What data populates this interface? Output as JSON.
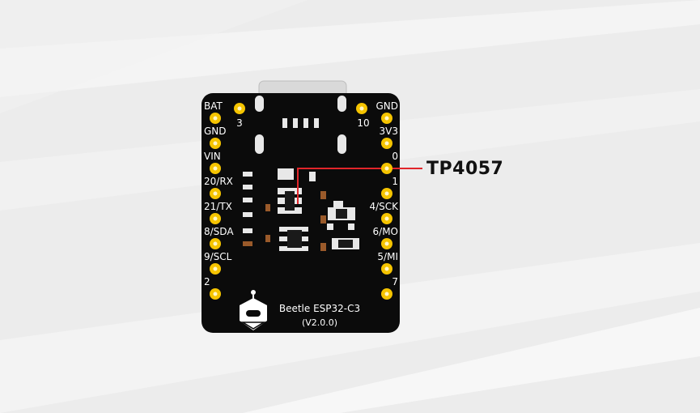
{
  "colors": {
    "background": "#ececec",
    "board": "#0b0b0b",
    "pad": "#f5c400",
    "callout_line": "#e1252a",
    "component": "#e8e8e8",
    "resistor": "#9a5a2a"
  },
  "board": {
    "name": "Beetle ESP32-C3",
    "version": "(V2.0.0)"
  },
  "pins": {
    "left": [
      "BAT",
      "GND",
      "VIN",
      "20/RX",
      "21/TX",
      "8/SDA",
      "9/SCL",
      "2"
    ],
    "right": [
      "GND",
      "3V3",
      "0",
      "1",
      "4/SCK",
      "6/MO",
      "5/MI",
      "7"
    ],
    "top_left": "3",
    "top_right": "10"
  },
  "callout": {
    "label": "TP4057"
  }
}
